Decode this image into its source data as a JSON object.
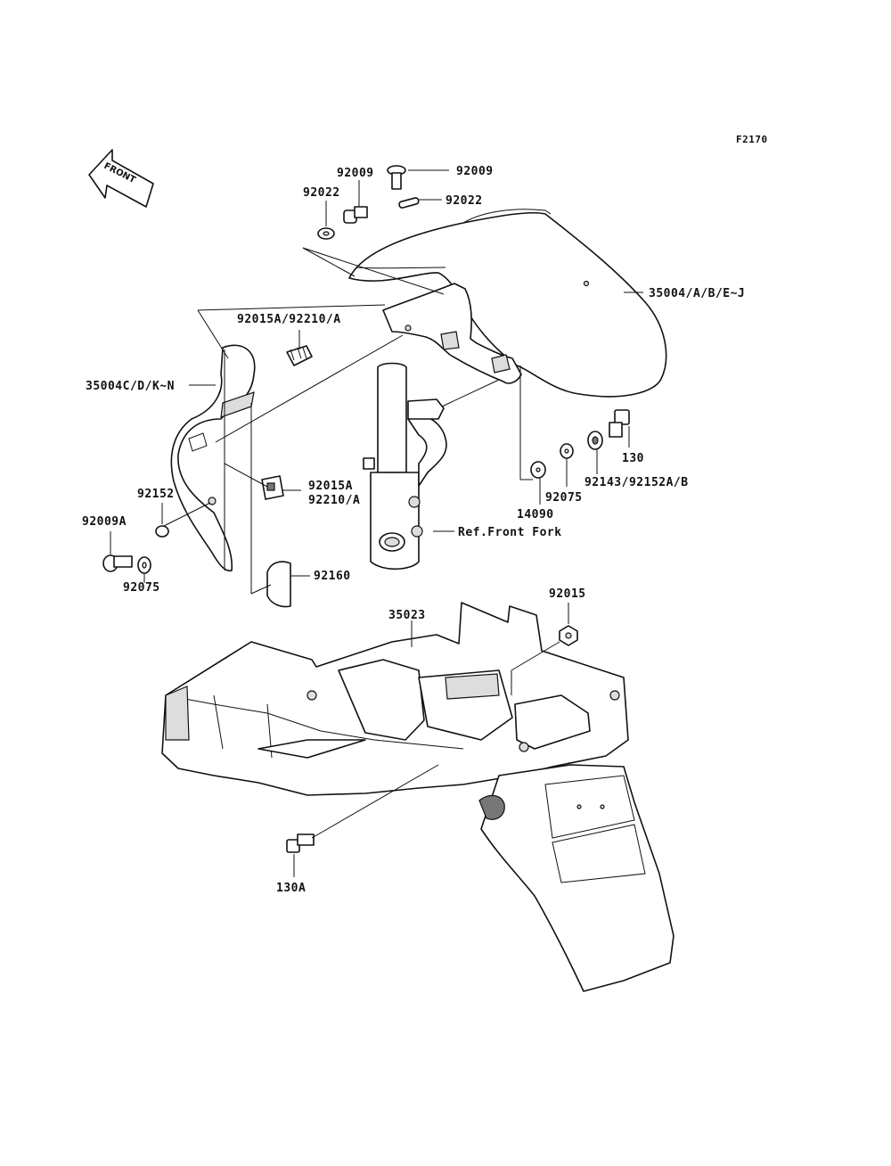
{
  "figure_code": "F2170",
  "front_arrow_label": "FRONT",
  "callouts": {
    "p92009_top": "92009",
    "p92009_mid": "92009",
    "p92022_top": "92022",
    "p92022_left": "92022",
    "p35004_abej": "35004/A/B/E~J",
    "p92015a_92210a_top": "92015A/92210/A",
    "p35004_cdkn": "35004C/D/K~N",
    "p130": "130",
    "p92143": "92143/92152A/B",
    "p92075_right": "92075",
    "p14090": "14090",
    "p92015a": "92015A",
    "p92210a": "92210/A",
    "p92152": "92152",
    "p92009a": "92009A",
    "p92075_left": "92075",
    "ref_front_fork": "Ref.Front Fork",
    "p92160": "92160",
    "p35023": "35023",
    "p92015": "92015",
    "p130a": "130A"
  }
}
